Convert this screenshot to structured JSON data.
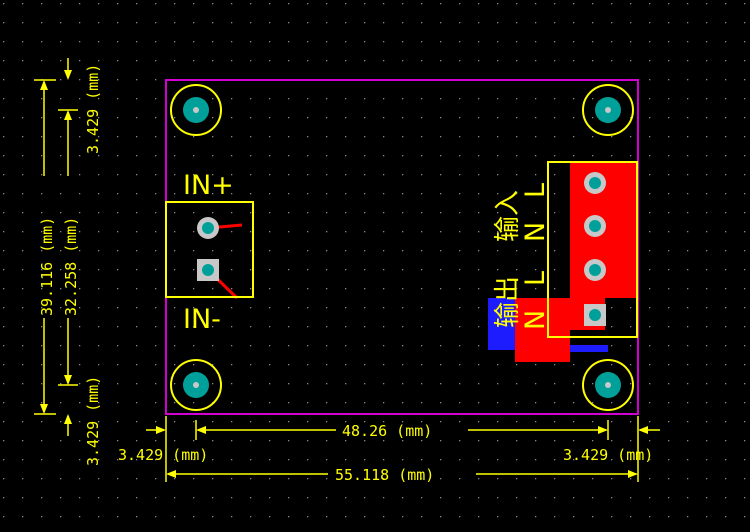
{
  "labels": {
    "in_plus": "IN+",
    "in_minus": "IN-",
    "input_cn": "输入",
    "output_cn": "输出",
    "pin_l_top": "L",
    "pin_n_top": "N",
    "pin_l_bottom": "L",
    "pin_n_bottom": "N"
  },
  "dimensions": {
    "inner_width": "48.26 (mm)",
    "total_width": "55.118 (mm)",
    "margin_left": "3.429 (mm)",
    "margin_right": "3.429 (mm)",
    "total_height": "39.116 (mm)",
    "inner_height": "32.258 (mm)",
    "margin_top": "3.429 (mm)",
    "margin_bottom": "3.429 (mm)"
  },
  "colors": {
    "background": "#000000",
    "grid_dot": "#8a8a8a",
    "board_outline": "#d000d0",
    "silkscreen": "#ffff00",
    "copper_top": "#ff0000",
    "copper_bottom": "#1c1cff",
    "pad": "#c8c8c8",
    "drill": "#00a09a"
  }
}
